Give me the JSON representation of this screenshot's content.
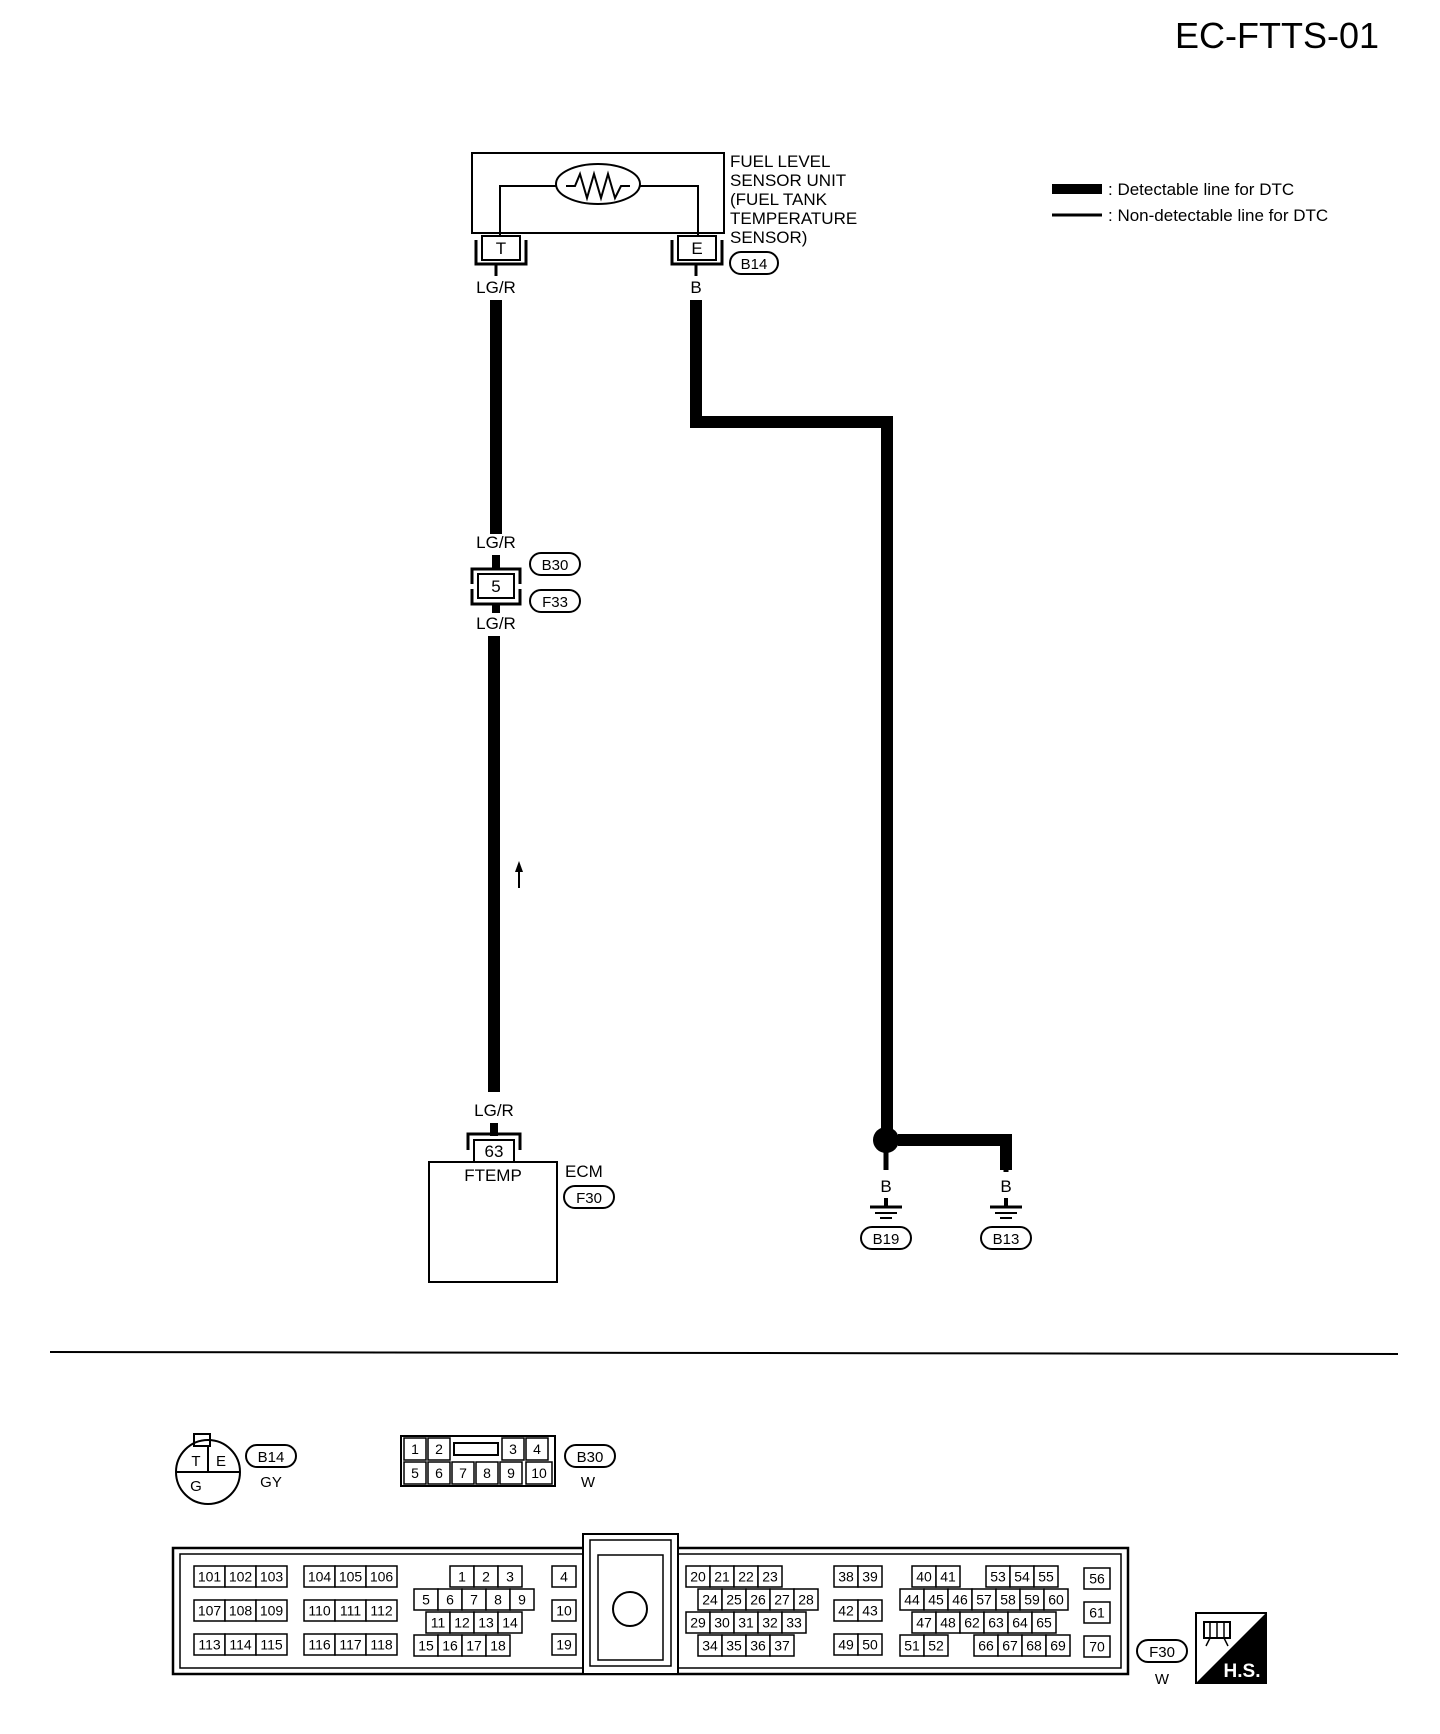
{
  "title": "EC-FTTS-01",
  "legend": {
    "detectable": ": Detectable line for DTC",
    "non_detectable": ": Non-detectable line for DTC"
  },
  "sensor": {
    "name_lines": [
      "FUEL LEVEL",
      "SENSOR UNIT",
      "(FUEL TANK",
      "TEMPERATURE",
      "SENSOR)"
    ],
    "terminal_t": "T",
    "terminal_e": "E",
    "connector": "B14",
    "wire_t": "LG/R",
    "wire_e": "B"
  },
  "joint": {
    "wire_top": "LG/R",
    "pin": "5",
    "connector_top": "B30",
    "connector_bottom": "F33",
    "wire_bottom": "LG/R"
  },
  "ecm": {
    "wire": "LG/R",
    "pin": "63",
    "terminal_name": "FTEMP",
    "name": "ECM",
    "connector": "F30"
  },
  "grounds": [
    {
      "wire": "B",
      "connector": "B19"
    },
    {
      "wire": "B",
      "connector": "B13"
    }
  ],
  "connector_views": {
    "b14": {
      "id": "B14",
      "color": "GY",
      "pins": [
        "T",
        "E",
        "G"
      ]
    },
    "b30": {
      "id": "B30",
      "color": "W",
      "row1": [
        "1",
        "2",
        "3",
        "4"
      ],
      "row2": [
        "5",
        "6",
        "7",
        "8",
        "9",
        "10"
      ]
    },
    "f30": {
      "id": "F30",
      "color": "W",
      "g1": [
        [
          "101",
          "102",
          "103"
        ],
        [
          "107",
          "108",
          "109"
        ],
        [
          "113",
          "114",
          "115"
        ]
      ],
      "g2": [
        [
          "104",
          "105",
          "106"
        ],
        [
          "110",
          "111",
          "112"
        ],
        [
          "116",
          "117",
          "118"
        ]
      ],
      "g3": [
        [
          "1",
          "2",
          "3"
        ],
        [
          "5",
          "6",
          "7",
          "8",
          "9"
        ],
        [
          "11",
          "12",
          "13",
          "14"
        ],
        [
          "15",
          "16",
          "17",
          "18"
        ]
      ],
      "g4": [
        "4",
        "10",
        "19"
      ],
      "g5": [
        [
          "20",
          "21",
          "22",
          "23"
        ],
        [
          "24",
          "25",
          "26",
          "27",
          "28"
        ],
        [
          "29",
          "30",
          "31",
          "32",
          "33"
        ],
        [
          "34",
          "35",
          "36",
          "37"
        ]
      ],
      "g6": [
        [
          "38",
          "39"
        ],
        [
          "42",
          "43"
        ],
        [
          "49",
          "50"
        ]
      ],
      "g7": [
        [
          "40",
          "41",
          "53",
          "54",
          "55"
        ],
        [
          "44",
          "45",
          "46",
          "57",
          "58",
          "59",
          "60"
        ],
        [
          "47",
          "48",
          "62",
          "63",
          "64",
          "65"
        ],
        [
          "51",
          "52",
          "66",
          "67",
          "68",
          "69"
        ]
      ],
      "g8": [
        "56",
        "61",
        "70"
      ]
    }
  },
  "hs_badge": "H.S."
}
